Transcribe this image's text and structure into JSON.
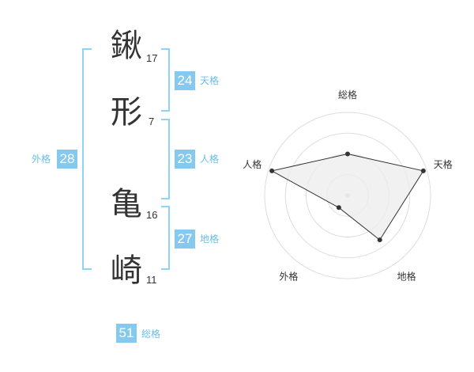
{
  "name": {
    "chars": [
      {
        "char": "鍬",
        "strokes": "17"
      },
      {
        "char": "形",
        "strokes": "7"
      },
      {
        "char": "亀",
        "strokes": "16"
      },
      {
        "char": "崎",
        "strokes": "11"
      }
    ]
  },
  "kakusu": {
    "tenkaku": {
      "value": "24",
      "label": "天格"
    },
    "jinkaku": {
      "value": "23",
      "label": "人格"
    },
    "chikaku": {
      "value": "27",
      "label": "地格"
    },
    "gaikaku": {
      "value": "28",
      "label": "外格"
    },
    "soukaku": {
      "value": "51",
      "label": "総格"
    }
  },
  "colors": {
    "accent": "#85c9ee",
    "bracket": "#8fd3f6",
    "label": "#6bbde7",
    "text": "#333333"
  },
  "chart_data": {
    "type": "radar",
    "axes": [
      "総格",
      "天格",
      "地格",
      "外格",
      "人格"
    ],
    "values": [
      2.5,
      4.8,
      3.3,
      0.9,
      4.8
    ],
    "max": 5,
    "rings": 4,
    "fill": "#eeeeee",
    "stroke": "#333333"
  }
}
